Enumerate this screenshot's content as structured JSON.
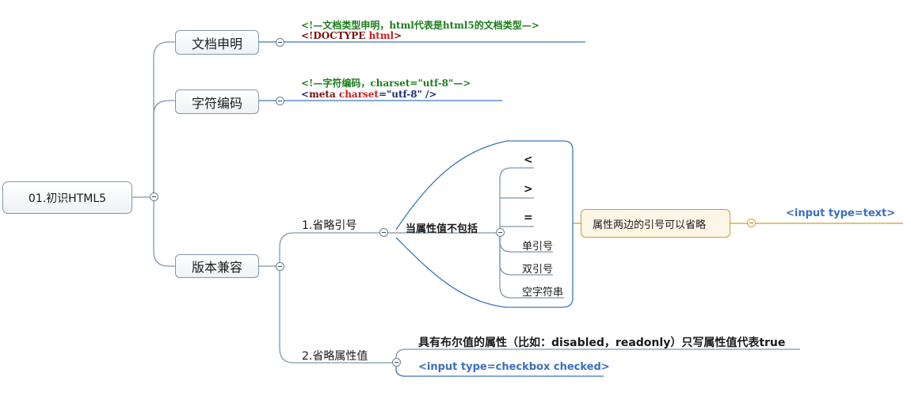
{
  "root": {
    "label": "01.初识HTML5"
  },
  "branches": {
    "doctype": {
      "label": "文档申明",
      "comment": "<!—文档类型申明，html代表是html5的文档类型—>",
      "code_open": "<!DOCTYPE ",
      "code_kw": "html",
      "code_close": ">"
    },
    "charset": {
      "label": "字符编码",
      "comment": "<!—字符编码，charset=\"utf-8\"—>",
      "code_lt": "<",
      "code_tag": "meta ",
      "code_attr": "charset",
      "code_eq": "=",
      "code_val": "\"utf-8\"",
      "code_end": " />"
    },
    "compat": {
      "label": "版本兼容",
      "omit_quotes": {
        "label": "1.省略引号",
        "condition": "当属性值不包括",
        "chars": [
          "<",
          ">",
          "=",
          "单引号",
          "双引号",
          "空字符串"
        ],
        "note": "属性两边的引号可以省略",
        "example": "<input type=text>"
      },
      "omit_attr": {
        "label": "2.省略属性值",
        "desc": "具有布尔值的属性（比如：disabled，readonly）只写属性值代表true",
        "example": "<input type=checkbox checked>"
      }
    }
  },
  "colors": {
    "connector": "#7f98ad",
    "underline_blue": "#3b78b8",
    "note_border": "#d59b2b",
    "example_blue": "#3a6fbf",
    "comment_green": "#1c7d1c"
  }
}
